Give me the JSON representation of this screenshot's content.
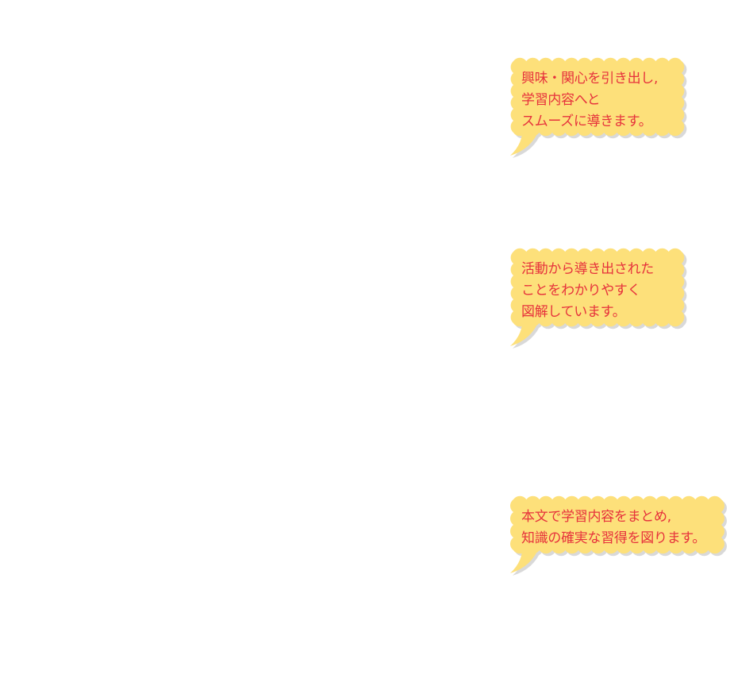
{
  "bubbles": [
    {
      "lines": [
        "興味・関心を引き出し,",
        "学習内容へと",
        "スムーズに導きます。"
      ]
    },
    {
      "lines": [
        "活動から導き出された",
        "ことをわかりやすく",
        "図解しています。"
      ]
    },
    {
      "lines": [
        "本文で学習内容をまとめ,",
        "知識の確実な習得を図ります。"
      ]
    }
  ],
  "colors": {
    "bubble_fill": "#fde07a",
    "bubble_shadow": "#d9d9d9",
    "text": "#e6323c",
    "background": "#ffffff"
  }
}
